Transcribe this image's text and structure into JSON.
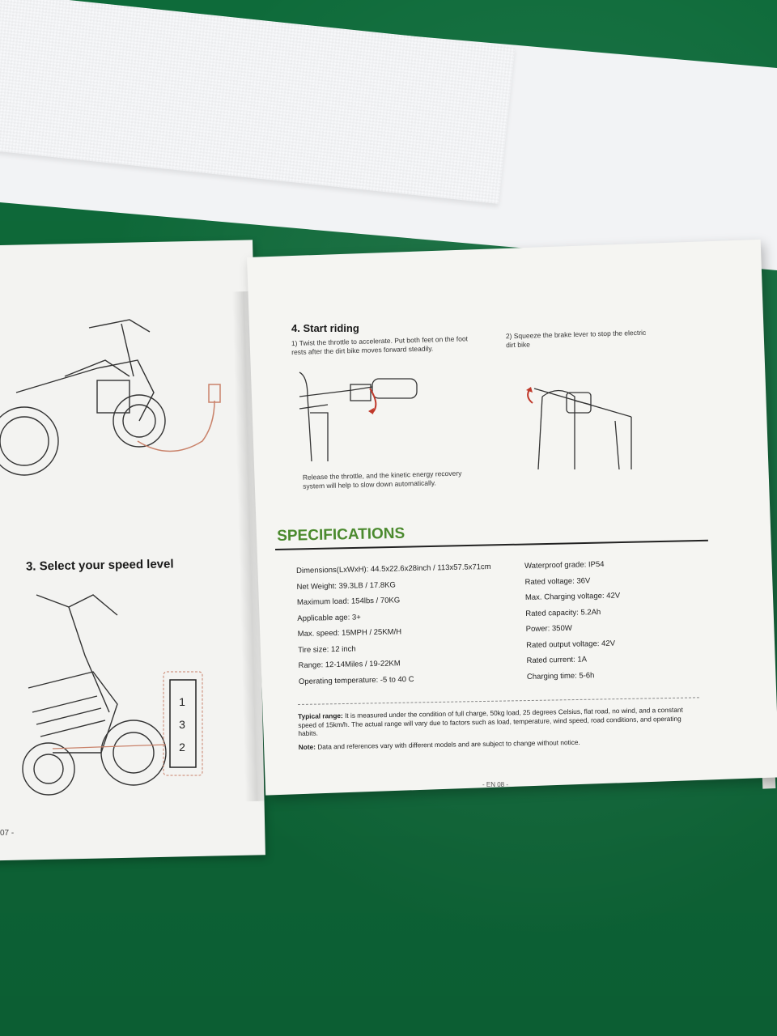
{
  "left_page": {
    "heading": "3. Select your speed level",
    "speed_switch_labels": [
      "1",
      "3",
      "2"
    ],
    "page_number": "07 -"
  },
  "right_page": {
    "start_riding": {
      "heading": "4. Start riding",
      "step1_text": "1) Twist the throttle to accelerate. Put both feet on the foot rests after the dirt bike moves forward steadily.",
      "step2_text": "2) Squeeze the brake lever to stop the electric dirt bike",
      "release_text": "Release the throttle, and the kinetic energy recovery system will help to slow down automatically."
    },
    "specifications": {
      "title": "SPECIFICATIONS",
      "left_column": [
        "Dimensions(LxWxH): 44.5x22.6x28inch / 113x57.5x71cm",
        "Net Weight: 39.3LB / 17.8KG",
        "Maximum load: 154lbs / 70KG",
        "Applicable age: 3+",
        "Max. speed: 15MPH / 25KM/H",
        "Tire size: 12 inch",
        "Range: 12-14Miles / 19-22KM",
        "Operating temperature: -5 to 40 C"
      ],
      "right_column": [
        "Waterproof grade: IP54",
        "Rated voltage: 36V",
        "Max. Charging voltage: 42V",
        "Rated capacity: 5.2Ah",
        "Power: 350W",
        "Rated output voltage: 42V",
        "Rated current: 1A",
        "Charging time: 5-6h"
      ]
    },
    "typical_range_label": "Typical range:",
    "typical_range_text": "It is measured under the condition of full charge, 50kg load, 25 degrees Celsius, flat road, no wind, and a constant speed of 15km/h. The actual range will vary due to factors such as load, temperature, wind speed, road conditions, and operating habits.",
    "note_label": "Note:",
    "note_text": "Data and references vary with different models and are subject to change without notice.",
    "page_number": "- EN 08 -"
  },
  "colors": {
    "mat": "#0e6b3a",
    "spec_title": "#4b8a2e",
    "paper": "#f5f5f2"
  }
}
